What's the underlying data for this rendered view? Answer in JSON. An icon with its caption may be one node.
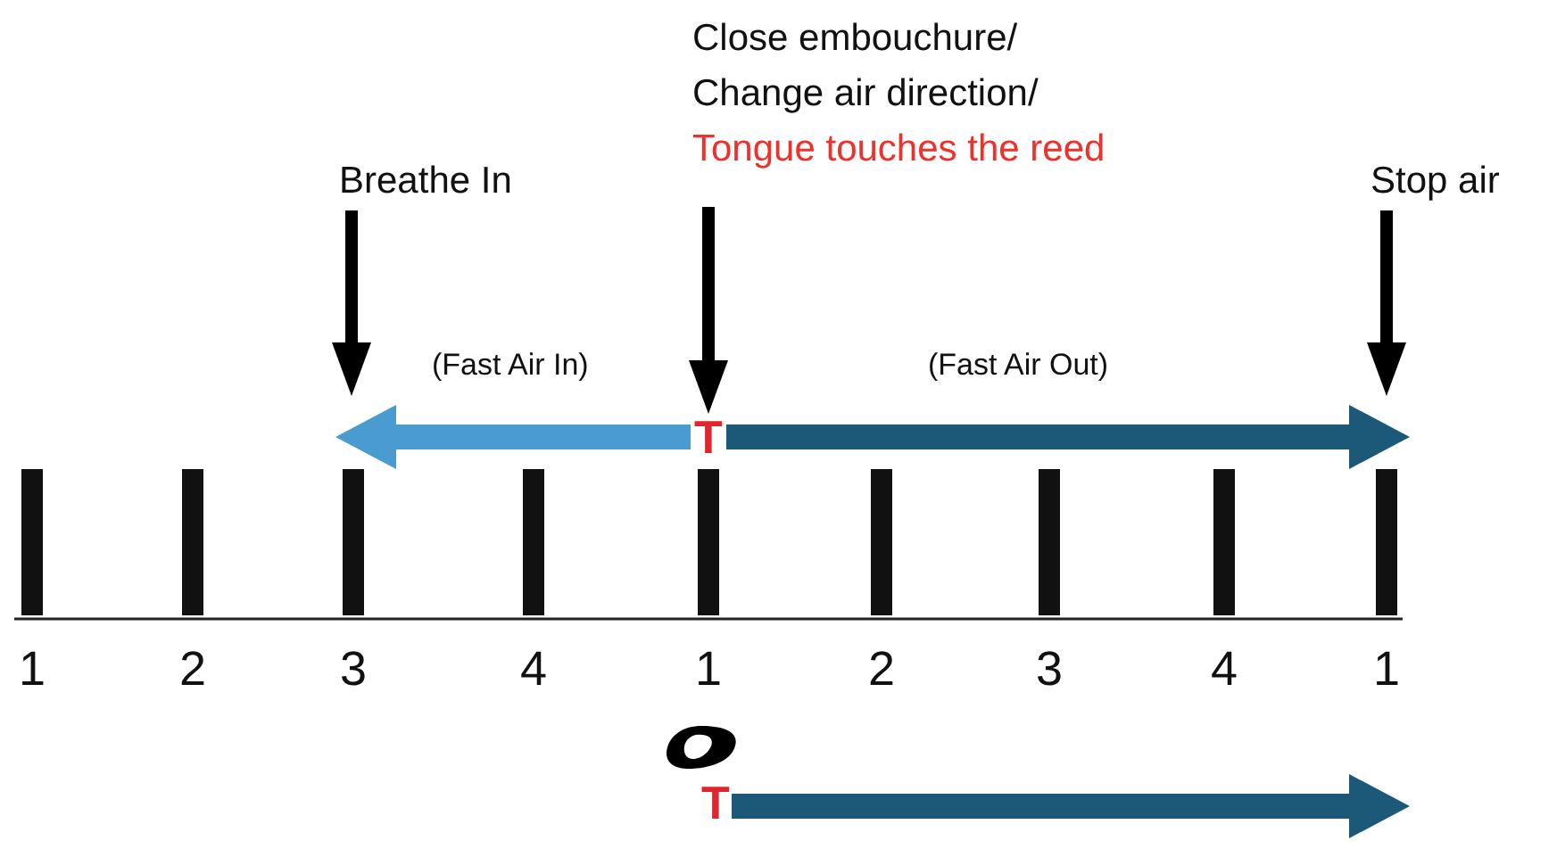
{
  "diagram": {
    "nodes": [
      {
        "text": [
          "Breathe In"
        ]
      },
      {
        "text": [
          "Close embouchure/ Change air direction/",
          "Tongue touches the reed"
        ]
      },
      {
        "text": [
          "Stop air"
        ]
      },
      {
        "text": [
          "T"
        ]
      },
      {
        "text": [],
        "shape": "bar"
      },
      {
        "text": [],
        "shape": "bar"
      },
      {
        "text": [],
        "shape": "bar"
      },
      {
        "text": [],
        "shape": "bar"
      },
      {
        "text": [],
        "shape": "bar"
      },
      {
        "text": [],
        "shape": "bar"
      },
      {
        "text": [],
        "shape": "bar"
      },
      {
        "text": [],
        "shape": "bar"
      },
      {
        "text": [],
        "shape": "bar"
      },
      {
        "text": [],
        "shape": "picture"
      },
      {
        "text": [
          "T"
        ]
      }
    ],
    "edges": [
      {
        "from": 0,
        "to": null,
        "arrow": "to"
      },
      {
        "from": 1,
        "to": 3,
        "arrow": "to"
      },
      {
        "from": 2,
        "to": null,
        "arrow": "to"
      },
      {
        "from": 3,
        "to": 6,
        "arrow": "to",
        "label": "(Fast Air In)",
        "style": "thick",
        "color": "#4a9bd0"
      },
      {
        "from": 3,
        "to": 12,
        "arrow": "to",
        "label": "(Fast Air Out)",
        "style": "thick",
        "color": "#1c5877"
      },
      {
        "from": 14,
        "to": null,
        "arrow": "to",
        "style": "thick",
        "color": "#1c5877"
      }
    ],
    "labels": [
      "1",
      "2",
      "3",
      "4",
      "1",
      "2",
      "3",
      "4",
      "1"
    ]
  }
}
